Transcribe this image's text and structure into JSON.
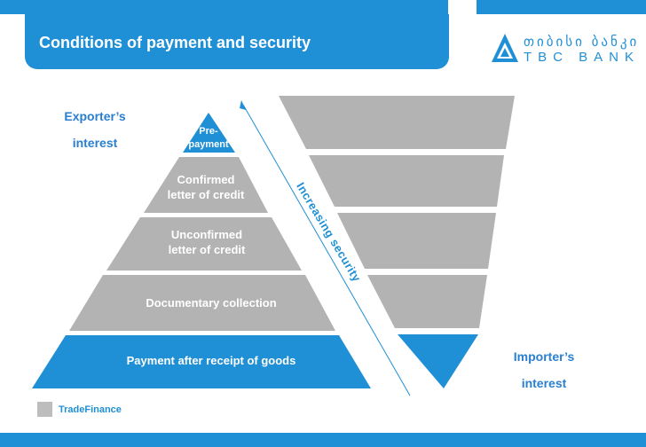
{
  "header": {
    "title": "Conditions of payment and security"
  },
  "logo": {
    "georgian": "თიბისი ბანკი",
    "latin": "TBC BANK"
  },
  "pyramid": {
    "tiers": [
      "Pre-\npayment",
      "Confirmed\nletter of credit",
      "Unconfirmed\nletter of credit",
      "Documentary collection",
      "Payment after receipt of goods"
    ]
  },
  "labels": {
    "exporter": "Exporter’s\ninterest",
    "importer": "Importer’s\ninterest",
    "security_arrow": "Increasing security"
  },
  "footer": {
    "text": "TradeFinance"
  },
  "colors": {
    "brand_blue": "#1f8fd6",
    "gray": "#b3b3b3",
    "tier_blue": "#1f8fd6"
  }
}
